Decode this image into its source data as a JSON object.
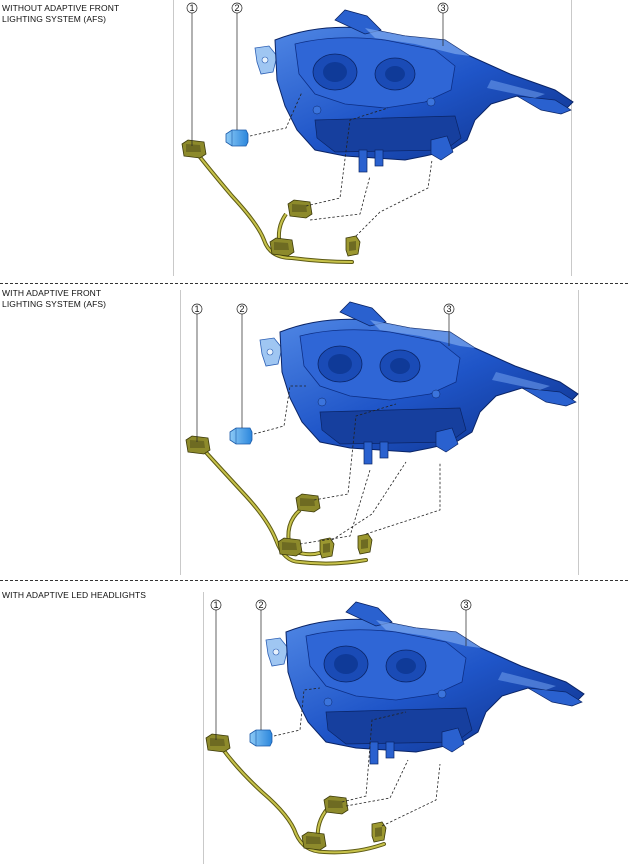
{
  "sections": [
    {
      "label": "WITHOUT ADAPTIVE FRONT\nLIGHTING SYSTEM (AFS)",
      "callouts": [
        "1",
        "2",
        "3"
      ]
    },
    {
      "label": "WITH ADAPTIVE FRONT\nLIGHTING SYSTEM (AFS)",
      "callouts": [
        "1",
        "2",
        "3"
      ]
    },
    {
      "label": "WITH ADAPTIVE LED HEADLIGHTS",
      "callouts": [
        "1",
        "2",
        "3"
      ]
    }
  ],
  "colors": {
    "housing": "#1f55c8",
    "housing_dark": "#0d2f86",
    "housing_light": "#5f8fe6",
    "bulb": "#3a9be8",
    "harness": "#b9b43a",
    "harness_dark": "#5d5a14",
    "connector": "#6e6b22"
  }
}
